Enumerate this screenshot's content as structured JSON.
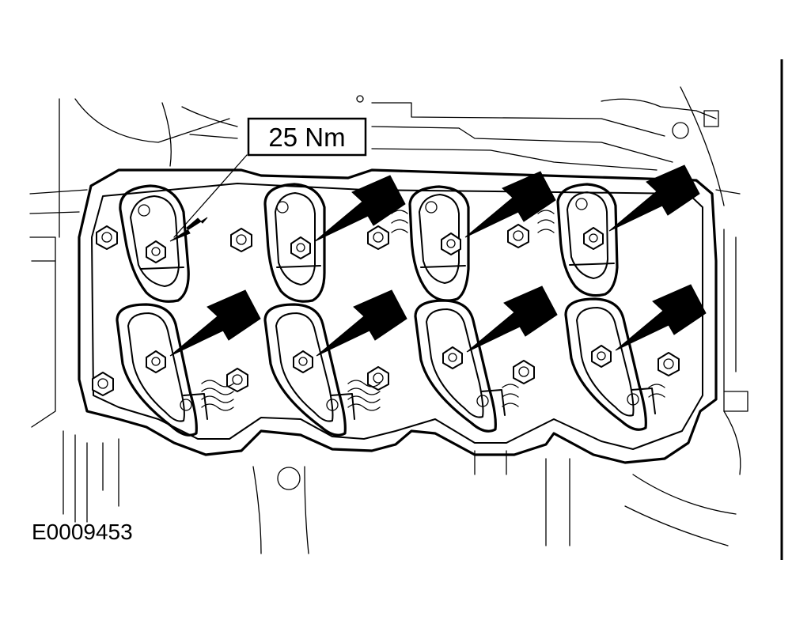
{
  "torque_label": "25 Nm",
  "figure_code": "E0009453",
  "callout_icons": {
    "target": "rocker-arm-bolt",
    "arrow": "black-callout-arrow"
  }
}
